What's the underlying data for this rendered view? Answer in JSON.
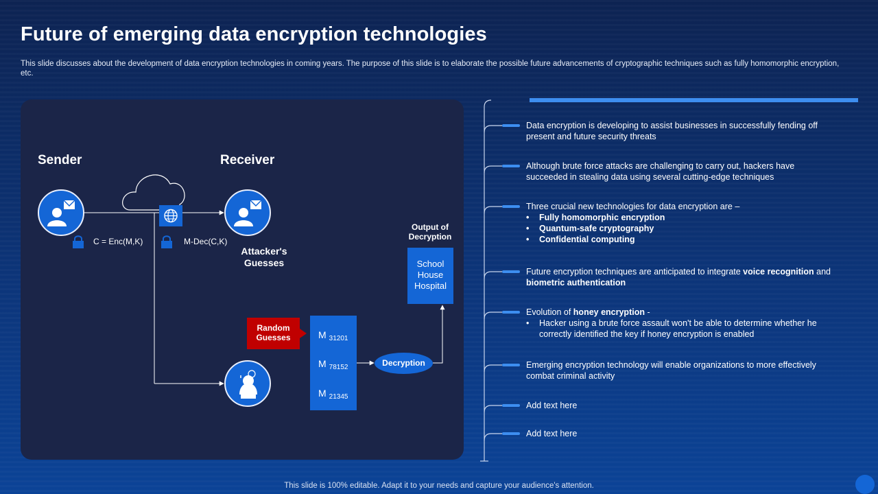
{
  "slide": {
    "title": "Future of emerging data encryption technologies",
    "subtitle": "This slide discusses about the development of data encryption technologies in coming years. The purpose of this slide is to elaborate the possible future advancements of cryptographic techniques such as fully homomorphic encryption, etc.",
    "footer": "This slide is 100% editable. Adapt it to your needs and capture your audience's attention."
  },
  "diagram": {
    "sender_label": "Sender",
    "receiver_label": "Receiver",
    "enc_formula": "C = Enc(M,K)",
    "dec_formula": "M-Dec(C,K)",
    "attacker_label_1": "Attacker's",
    "attacker_label_2": "Guesses",
    "random_guesses_1": "Random",
    "random_guesses_2": "Guesses",
    "guesses": [
      {
        "letter": "M",
        "sub": "31201"
      },
      {
        "letter": "M",
        "sub": "78152"
      },
      {
        "letter": "M",
        "sub": "21345"
      }
    ],
    "decryption_label": "Decryption",
    "output_title_1": "Output of",
    "output_title_2": "Decryption",
    "output_words": [
      "School",
      "House",
      "Hospital"
    ],
    "icons": [
      "user-mail-icon",
      "cloud-icon",
      "globe-icon",
      "lock-icon",
      "hacker-icon"
    ],
    "colors": {
      "accent": "#1466d6",
      "alert": "#c00000",
      "panel": "#1b2548"
    }
  },
  "points": [
    {
      "text": "Data encryption is developing to assist businesses in successfully fending off present and future security threats"
    },
    {
      "text": "Although brute force attacks are challenging to carry out, hackers have succeeded in stealing data using several cutting-edge techniques"
    },
    {
      "text": "Three crucial new technologies for data encryption are –",
      "bullets": [
        "Fully homomorphic encryption",
        "Quantum-safe cryptography",
        "Confidential computing"
      ]
    },
    {
      "pre": "Future encryption techniques are anticipated to integrate ",
      "b1": "voice recognition",
      "mid": " and ",
      "b2": "biometric authentication"
    },
    {
      "pre": "Evolution of ",
      "b1": "honey encryption",
      "post": " -",
      "bullets": [
        "Hacker using a brute force assault won't be able to determine whether he correctly identified the key if honey encryption is enabled"
      ]
    },
    {
      "text": "Emerging encryption technology will enable organizations to more effectively combat criminal activity"
    },
    {
      "text": "Add text here"
    },
    {
      "text": "Add text here"
    }
  ]
}
